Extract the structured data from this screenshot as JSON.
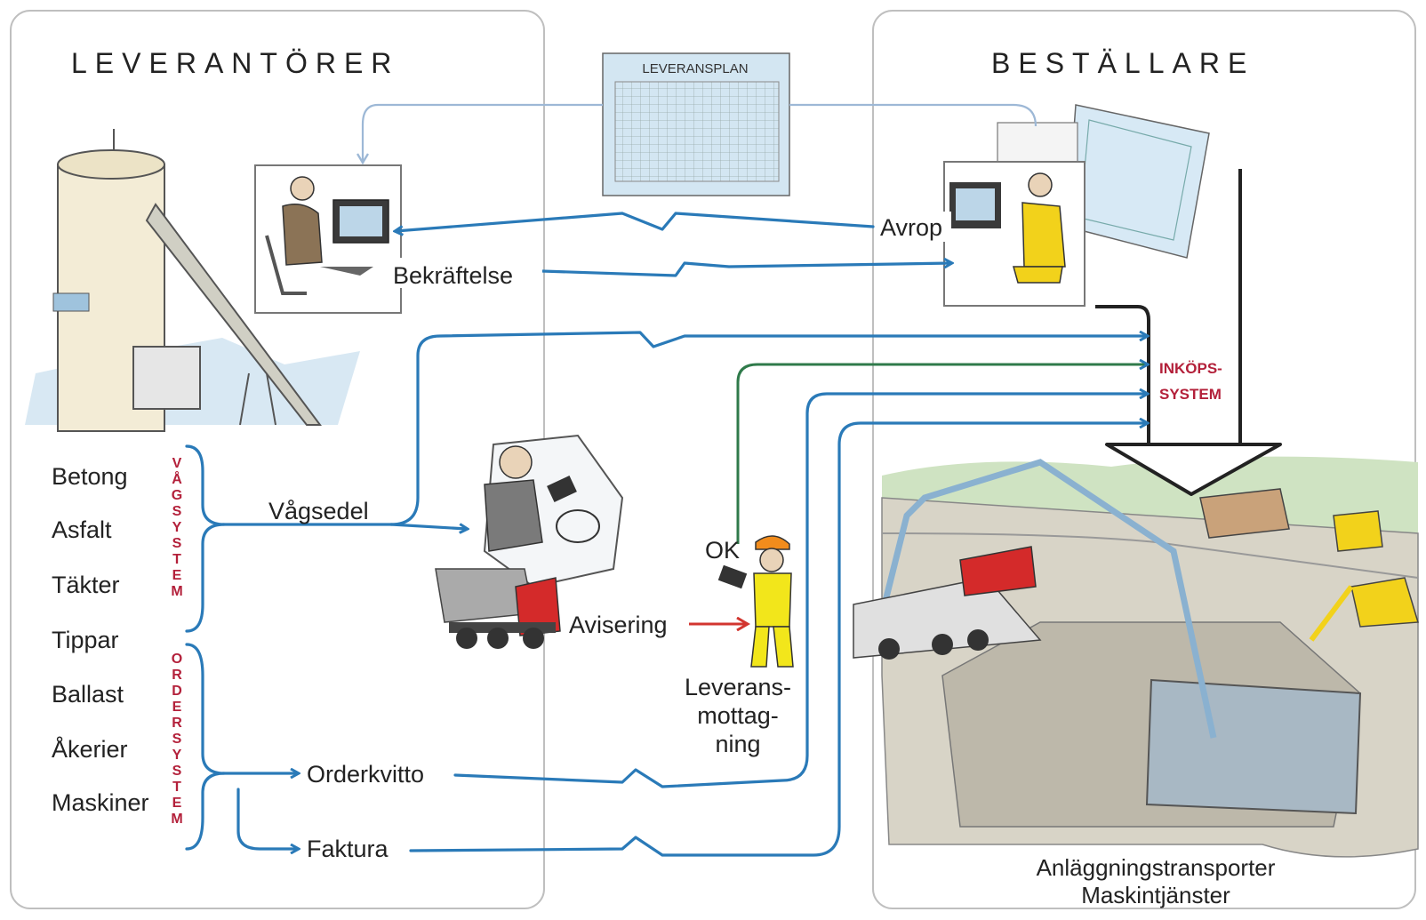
{
  "panels": {
    "left_title": "LEVERANTÖRER",
    "right_title": "BESTÄLLARE"
  },
  "plan_title": "LEVERANSPLAN",
  "suppliers": [
    "Betong",
    "Asfalt",
    "Täkter",
    "Tippar",
    "Ballast",
    "Åkerier",
    "Maskiner"
  ],
  "systems": {
    "vagsystem": "VÅGSYSTEM",
    "ordersystem": "ORDERSYSTEM",
    "inkopssystem_line1": "INKÖPS-",
    "inkopssystem_line2": "SYSTEM"
  },
  "flow_labels": {
    "avrop": "Avrop",
    "bekraftelse": "Bekräftelse",
    "vagsedel": "Vågsedel",
    "ok": "OK",
    "avisering": "Avisering",
    "leverans_line1": "Leverans-",
    "leverans_line2": "mottag-",
    "leverans_line3": "ning",
    "orderkvitto": "Orderkvitto",
    "faktura": "Faktura"
  },
  "site_caption": {
    "line1": "Anläggningstransporter",
    "line2": "Maskintjänster"
  },
  "colors": {
    "flow_blue": "#2a7ab8",
    "flow_green": "#2f7a4a",
    "system_red": "#b3203a",
    "avisering_arrow": "#d2352f"
  }
}
